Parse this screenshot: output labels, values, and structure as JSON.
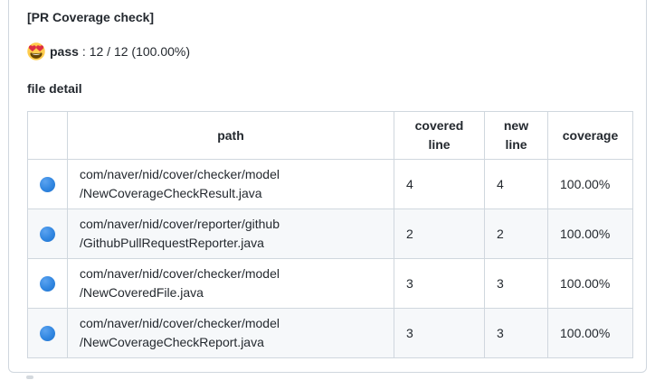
{
  "comment": {
    "title": "[PR Coverage check]",
    "status": {
      "emoji": "heart-eyes-emoji",
      "label": "pass",
      "value": ": 12 / 12 (100.00%)"
    },
    "section_heading": "file detail",
    "table": {
      "headers": {
        "icon": "",
        "path": "path",
        "covered": "covered line",
        "new": "new line",
        "coverage": "coverage"
      },
      "rows": [
        {
          "icon": "blue-circle",
          "path_line1": "com/naver/nid/cover/checker/model",
          "path_line2": "/NewCoverageCheckResult.java",
          "covered": "4",
          "new": "4",
          "coverage": "100.00%"
        },
        {
          "icon": "blue-circle",
          "path_line1": "com/naver/nid/cover/reporter/github",
          "path_line2": "/GithubPullRequestReporter.java",
          "covered": "2",
          "new": "2",
          "coverage": "100.00%"
        },
        {
          "icon": "blue-circle",
          "path_line1": "com/naver/nid/cover/checker/model",
          "path_line2": "/NewCoveredFile.java",
          "covered": "3",
          "new": "3",
          "coverage": "100.00%"
        },
        {
          "icon": "blue-circle",
          "path_line1": "com/naver/nid/cover/checker/model",
          "path_line2": "/NewCoverageCheckReport.java",
          "covered": "3",
          "new": "3",
          "coverage": "100.00%"
        }
      ]
    }
  },
  "colors": {
    "text": "#24292f",
    "table_border": "#d0d7de",
    "row_alt_background": "#f6f8fa",
    "icon_blue": "#3186e0",
    "emoji_face_yellow": "#ffcc4d",
    "emoji_heart_red": "#dd2e44"
  }
}
